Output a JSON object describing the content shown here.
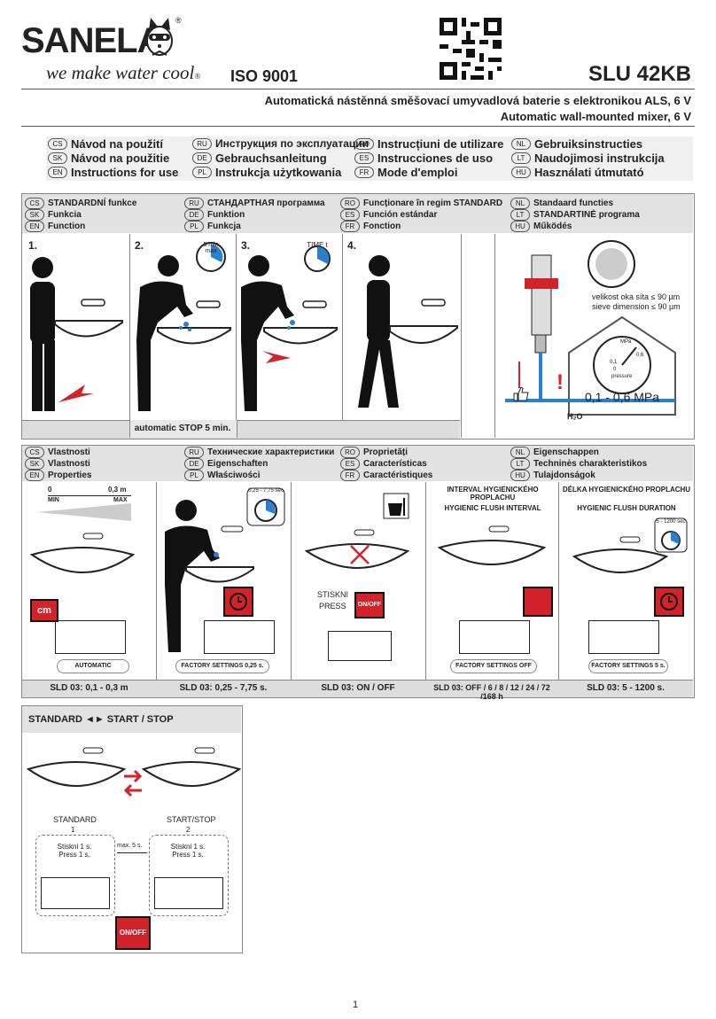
{
  "header": {
    "brand": "SANELA",
    "registered": "®",
    "tagline": "we make water cool",
    "iso": "ISO 9001",
    "model": "SLU 42KB",
    "subtitle_cs": "Automatická nástěnná směšovací umyvadlová baterie s elektronikou ALS, 6 V",
    "subtitle_en": "Automatic wall-mounted mixer, 6 V"
  },
  "languages": [
    {
      "code": "CS",
      "label": "Návod na použití"
    },
    {
      "code": "RU",
      "label": "Инструкция по эксплуатации"
    },
    {
      "code": "RO",
      "label": "Instrucțiuni de utilizare"
    },
    {
      "code": "NL",
      "label": "Gebruiksinstructies"
    },
    {
      "code": "SK",
      "label": "Návod na použitie"
    },
    {
      "code": "DE",
      "label": "Gebrauchsanleitung"
    },
    {
      "code": "ES",
      "label": "Instrucciones de uso"
    },
    {
      "code": "LT",
      "label": "Naudojimosi instrukcija"
    },
    {
      "code": "EN",
      "label": "Instructions for use"
    },
    {
      "code": "PL",
      "label": "Instrukcja użytkowania"
    },
    {
      "code": "FR",
      "label": "Mode d'emploi"
    },
    {
      "code": "HU",
      "label": "Használati útmutató"
    }
  ],
  "function_header": [
    {
      "code": "CS",
      "label": "STANDARDNÍ funkce"
    },
    {
      "code": "RU",
      "label": "СТАНДАРТНАЯ программа"
    },
    {
      "code": "RO",
      "label": "Funcționare în regim STANDARD"
    },
    {
      "code": "NL",
      "label": "Standaard functies"
    },
    {
      "code": "SK",
      "label": "Funkcia"
    },
    {
      "code": "DE",
      "label": "Funktion"
    },
    {
      "code": "ES",
      "label": "Función estándar"
    },
    {
      "code": "LT",
      "label": "STANDARTINĖ programa"
    },
    {
      "code": "EN",
      "label": "Function"
    },
    {
      "code": "PL",
      "label": "Funkcja"
    },
    {
      "code": "FR",
      "label": "Fonction"
    },
    {
      "code": "HU",
      "label": "Működés"
    }
  ],
  "steps": {
    "s1": "1.",
    "s2": "2.",
    "s3": "3.",
    "s4": "4.",
    "timer_5min": "5 min max",
    "timer_t": "TIME t",
    "auto_stop": "automatic STOP 5 min."
  },
  "filter": {
    "mesh_cs": "velikost oka síta ≤ 90 µm",
    "mesh_en": "sieve dimension ≤ 90 µm",
    "pressure": "0,1 - 0,6 MPa",
    "gauge_unit": "MPa",
    "gauge_label": "pressure",
    "gauge_01": "0,1",
    "gauge_0": "0",
    "gauge_06": "0,6",
    "h2o": "H₂O",
    "warn": "!"
  },
  "properties_header": [
    {
      "code": "CS",
      "label": "Vlastnosti"
    },
    {
      "code": "RU",
      "label": "Технические характеристики"
    },
    {
      "code": "RO",
      "label": "Proprietăți"
    },
    {
      "code": "NL",
      "label": "Eigenschappen"
    },
    {
      "code": "SK",
      "label": "Vlastnosti"
    },
    {
      "code": "DE",
      "label": "Eigenschaften"
    },
    {
      "code": "ES",
      "label": "Características"
    },
    {
      "code": "LT",
      "label": "Techninės charakteristikos"
    },
    {
      "code": "EN",
      "label": "Properties"
    },
    {
      "code": "PL",
      "label": "Właściwości"
    },
    {
      "code": "FR",
      "label": "Caractéristiques"
    },
    {
      "code": "HU",
      "label": "Tulajdonságok"
    }
  ],
  "properties": {
    "range_0": "0",
    "range_max": "0,3 m",
    "min": "MIN",
    "max": "MAX",
    "cm": "cm",
    "timer_range": "0,25 - 7,75 sec",
    "stiskni": "STISKNI",
    "press": "PRESS",
    "onoff": "ON/OFF",
    "interval_title_cs": "INTERVAL HYGIENICKÉHO PROPLACHU",
    "interval_title_en": "HYGIENIC FLUSH INTERVAL",
    "duration_title_cs": "DÉLKA HYGIENICKÉHO PROPLACHU",
    "duration_title_en": "HYGIENIC FLUSH DURATION",
    "duration_timer": "5 - 1200 sec",
    "pills": [
      "AUTOMATIC",
      "FACTORY SETTINGS 0,25 s.",
      "",
      "FACTORY SETTINGS OFF",
      "FACTORY SETTINGS 5 s."
    ],
    "footers": [
      "SLD 03: 0,1 - 0,3 m",
      "SLD 03: 0,25 - 7,75 s.",
      "SLD 03: ON / OFF",
      "SLD 03: OFF / 6 / 8 / 12 / 24 / 72 /168 h",
      "SLD 03:  5 - 1200 s."
    ]
  },
  "startstop": {
    "title": "STANDARD ◄► START / STOP",
    "standard": "STANDARD",
    "startstop": "START/STOP",
    "n1": "1",
    "n2": "2",
    "press_cs_1": "Stiskni 1 s.",
    "press_en_1": "Press 1 s.",
    "press_cs_2": "Stiskni 1 s.",
    "press_en_2": "Press 1 s.",
    "max5": "max. 5 s.",
    "onoff": "ON/OFF"
  },
  "page_number": "1"
}
